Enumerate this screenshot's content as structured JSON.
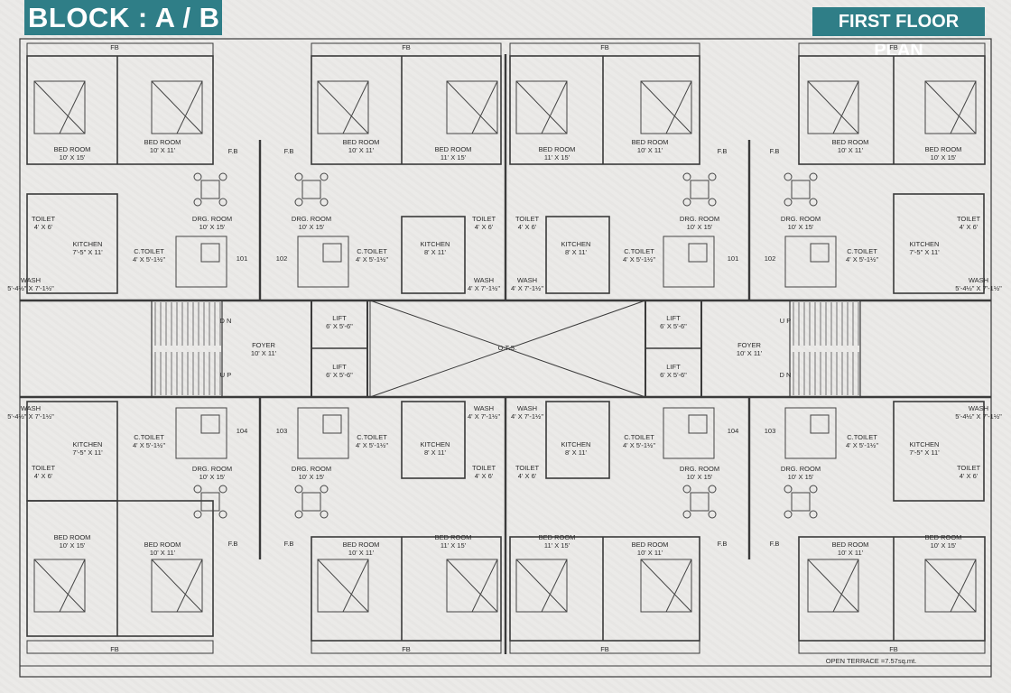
{
  "header": {
    "block_title": "BLOCK : A / B",
    "floor_title": "FIRST FLOOR PLAN"
  },
  "plan": {
    "fb": "FB",
    "fb_short": "F.B",
    "bedroom": "BED ROOM",
    "bedroom_size_a": "10' X 15'",
    "bedroom_size_b": "10' X 11'",
    "bedroom_size_c": "11' X 15'",
    "toilet": "TOILET",
    "toilet_size": "4' X 6'",
    "ctoilet": "C.TOILET",
    "ctoilet_size": "4' X 5'-1½\"",
    "kitchen": "KITCHEN",
    "kitchen_size_a": "7'-5\" X 11'",
    "kitchen_size_b": "8' X 11'",
    "drg_room": "DRG. ROOM",
    "drg_size": "10' X 15'",
    "wash": "WASH",
    "wash_size_a": "5'-4½\" X 7'-1½\"",
    "wash_size_b": "4' X 7'-1½\"",
    "lift": "LIFT",
    "lift_size": "6' X 5'-6\"",
    "foyer": "FOYER",
    "foyer_size": "10' X 11'",
    "otr": "O.T.S.",
    "up": "U P",
    "dn": "D N",
    "units": [
      "101",
      "102",
      "103",
      "104"
    ],
    "terrace_note": "OPEN TERRACE =7.57sq.mt."
  }
}
